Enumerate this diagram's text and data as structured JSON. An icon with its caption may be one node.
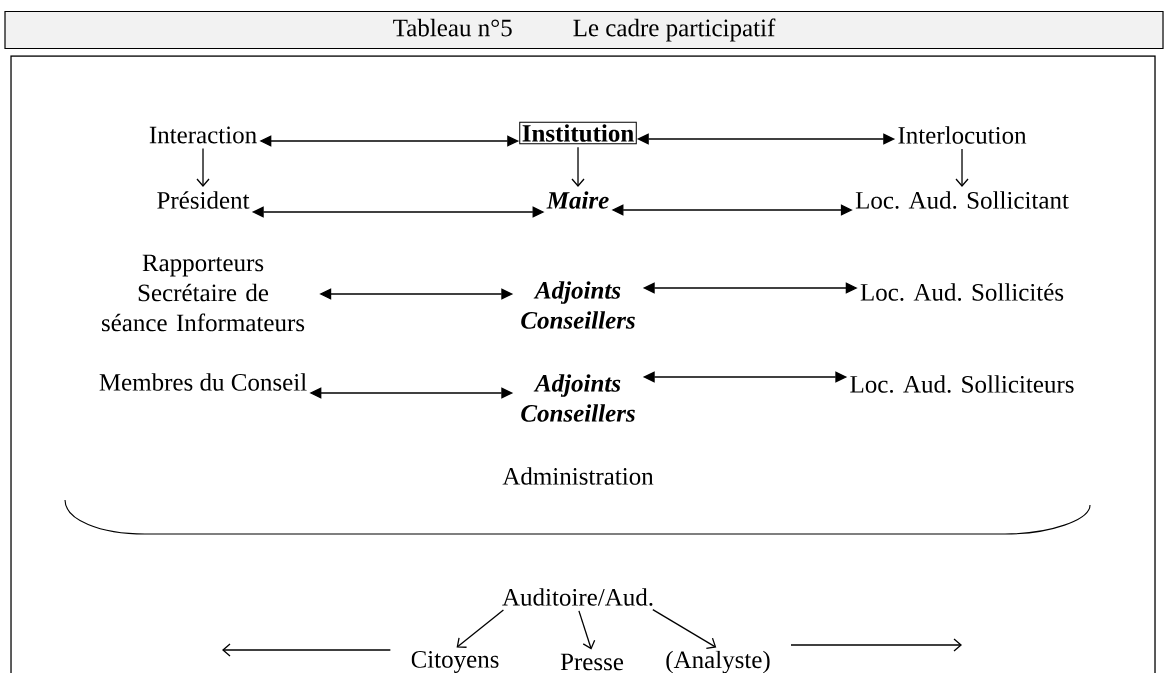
{
  "diagram": {
    "nodes": [
      {
        "text": [
          "Tableau n°5",
          "Le cadre participatif"
        ]
      },
      {
        "text": [
          "Interaction"
        ]
      },
      {
        "text": [
          "Institution"
        ]
      },
      {
        "text": [
          "Interlocution"
        ]
      },
      {
        "text": [
          "Président"
        ]
      },
      {
        "text": [
          "Maire"
        ]
      },
      {
        "text": [
          "Loc. Aud. Sollicitant"
        ]
      },
      {
        "text": [
          "Rapporteurs Secrétaire de séance Informateurs"
        ]
      },
      {
        "text": [
          "Adjoints Conseillers"
        ]
      },
      {
        "text": [
          "Loc. Aud. Sollicités"
        ]
      },
      {
        "text": [
          "Membres du Conseil"
        ]
      },
      {
        "text": [
          "Adjoints Conseillers"
        ]
      },
      {
        "text": [
          "Loc. Aud. Solliciteurs"
        ]
      },
      {
        "text": [
          "Administration"
        ]
      },
      {
        "text": [
          "Auditoire/Aud."
        ]
      },
      {
        "text": [
          "Citoyens"
        ]
      },
      {
        "text": [
          "Presse"
        ]
      },
      {
        "text": [
          "(Analyste)"
        ]
      }
    ],
    "edges": [
      {
        "from": 1,
        "to": 2,
        "arrow": "both"
      },
      {
        "from": 2,
        "to": 3,
        "arrow": "both"
      },
      {
        "from": 1,
        "to": 4,
        "arrow": "to"
      },
      {
        "from": 2,
        "to": 5,
        "arrow": "to"
      },
      {
        "from": 3,
        "to": 6,
        "arrow": "to"
      },
      {
        "from": 4,
        "to": 5,
        "arrow": "both"
      },
      {
        "from": 5,
        "to": 6,
        "arrow": "both"
      },
      {
        "from": 7,
        "to": 8,
        "arrow": "both"
      },
      {
        "from": 8,
        "to": 9,
        "arrow": "both"
      },
      {
        "from": 10,
        "to": 11,
        "arrow": "both"
      },
      {
        "from": 11,
        "to": 12,
        "arrow": "both"
      },
      {
        "from": 14,
        "to": 15,
        "arrow": "to"
      },
      {
        "from": 14,
        "to": 16,
        "arrow": "to"
      },
      {
        "from": 14,
        "to": 17,
        "arrow": "to"
      },
      {
        "from": 15,
        "to": null,
        "arrow": "to"
      },
      {
        "from": 17,
        "to": null,
        "arrow": "to"
      }
    ]
  }
}
